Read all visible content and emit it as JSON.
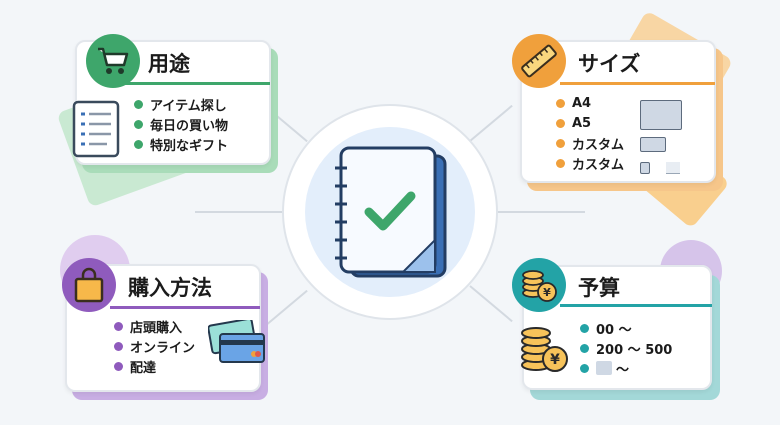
{
  "center": {
    "icon": "notebook-check-icon"
  },
  "usage": {
    "title": "用途",
    "icon": "shopping-cart-icon",
    "side_icon": "checklist-icon",
    "color": "#3ea66b",
    "items": [
      "アイテム探し",
      "毎日の買い物",
      "特別なギフト"
    ]
  },
  "size": {
    "title": "サイズ",
    "icon": "ruler-icon",
    "color": "#f0a03c",
    "items": [
      "A4",
      "A5",
      "カスタム",
      "カスタム"
    ]
  },
  "purchase": {
    "title": "購入方法",
    "icon": "shopping-bag-icon",
    "side_icon": "credit-card-icon",
    "color": "#8f5bbd",
    "items": [
      "店頭購入",
      "オンライン",
      "配達"
    ]
  },
  "budget": {
    "title": "予算",
    "icon": "yen-coins-icon",
    "side_icon": "yen-coins-icon",
    "color": "#23a3a6",
    "items": [
      "00 ～",
      "200 ～ 500",
      "～"
    ]
  }
}
